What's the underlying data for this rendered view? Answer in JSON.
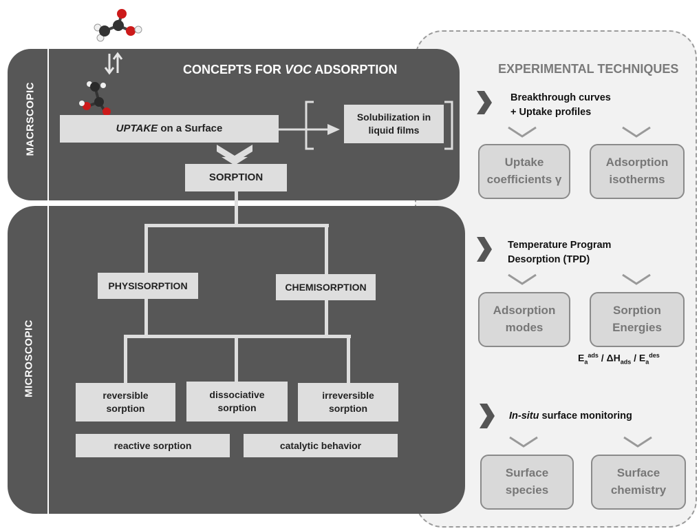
{
  "concepts": {
    "title_prefix": "CONCEPTS FOR ",
    "title_italic": "VOC",
    "title_suffix": " ADSORPTION",
    "macro_label": "MACRSCOPIC",
    "micro_label": "MICROSCOPIC",
    "uptake_italic": "UPTAKE",
    "uptake_rest": " on a Surface",
    "solubilization_line1": "Solubilization in",
    "solubilization_line2": "liquid films",
    "sorption": "SORPTION",
    "physisorption": "PHYSISORPTION",
    "chemisorption": "CHEMISORPTION",
    "reversible_line1": "reversible",
    "reversible_line2": "sorption",
    "dissociative_line1": "dissociative",
    "dissociative_line2": "sorption",
    "irreversible_line1": "irreversible",
    "irreversible_line2": "sorption",
    "reactive": "reactive sorption",
    "catalytic": "catalytic behavior"
  },
  "techniques": {
    "title": "EXPERIMENTAL TECHNIQUES",
    "t1_line1": "Breakthrough curves",
    "t1_line2": "+ Uptake profiles",
    "uptake_coeff_line1": "Uptake",
    "uptake_coeff_line2": "coefficients γ",
    "adsorption_iso_line1": "Adsorption",
    "adsorption_iso_line2": "isotherms",
    "t2_line1": "Temperature Program",
    "t2_line2": "Desorption (TPD)",
    "modes_line1": "Adsorption",
    "modes_line2": "modes",
    "energies_line1": "Sorption",
    "energies_line2": "Energies",
    "energy_eq": {
      "e1": "E",
      "e1_sub": "a",
      "e1_sup": "ads",
      "sep1": " / ",
      "dh": "ΔH",
      "dh_sub": "ads",
      "sep2": " / ",
      "e2": "E",
      "e2_sub": "a",
      "e2_sup": "des"
    },
    "t3_italic": "In-situ",
    "t3_rest": " surface monitoring",
    "species_line1": "Surface",
    "species_line2": "species",
    "chemistry_line1": "Surface",
    "chemistry_line2": "chemistry"
  },
  "colors": {
    "dark_panel": "#575757",
    "light_box": "#dedede",
    "right_panel": "#f2f2f2",
    "technique_box": "#d9d9d9"
  }
}
